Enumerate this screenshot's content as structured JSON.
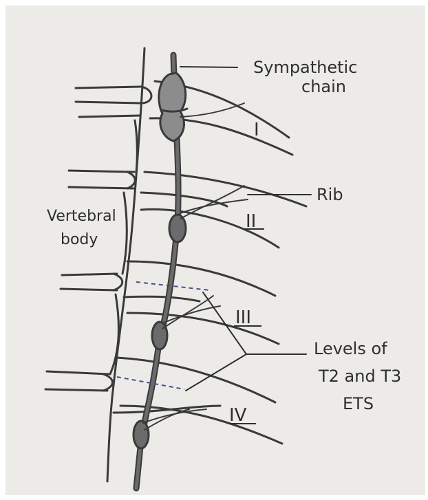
{
  "labels": {
    "sympathetic_chain_line1": "Sympathetic",
    "sympathetic_chain_line2": "chain",
    "rib": "Rib",
    "vertebral_body_line1": "Vertebral",
    "vertebral_body_line2": "body",
    "levels_line1": "Levels of",
    "levels_line2": "T2 and T3",
    "levels_line3": "ETS"
  },
  "rib_numerals": [
    "I",
    "II",
    "III",
    "IV"
  ],
  "colors": {
    "paper": "#ecebe8",
    "pencil": "#3a3a3a",
    "ganglion": "#6b6b6b",
    "dashed_level": "#4a4f8a"
  }
}
